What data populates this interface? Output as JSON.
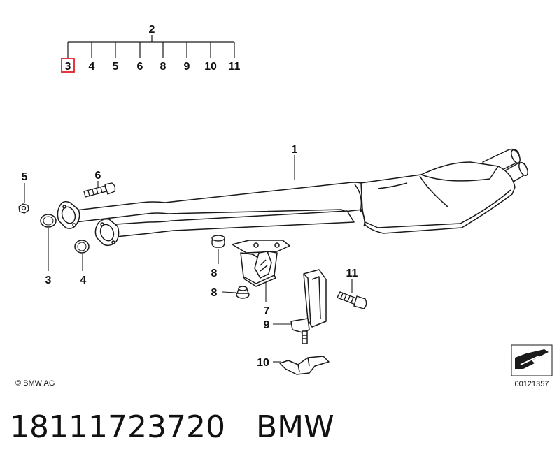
{
  "diagram": {
    "group_label": "2",
    "group_items": [
      "3",
      "4",
      "5",
      "6",
      "8",
      "9",
      "10",
      "11"
    ],
    "highlighted_item": "3",
    "callouts": {
      "muffler_pipe": "1",
      "gasket_left": "3",
      "gasket_right": "4",
      "nut": "5",
      "bolt": "6",
      "bracket": "7",
      "bushing": "8",
      "flange_nut": "8",
      "hanger_bracket": "9",
      "clamp": "10",
      "screw": "11"
    },
    "copyright": "© BMW AG",
    "drawing_code": "00121357"
  },
  "footer": {
    "part_number": "18111723720",
    "brand": "BMW"
  },
  "colors": {
    "highlight_border": "#e0202a",
    "line": "#1a1a1a"
  }
}
